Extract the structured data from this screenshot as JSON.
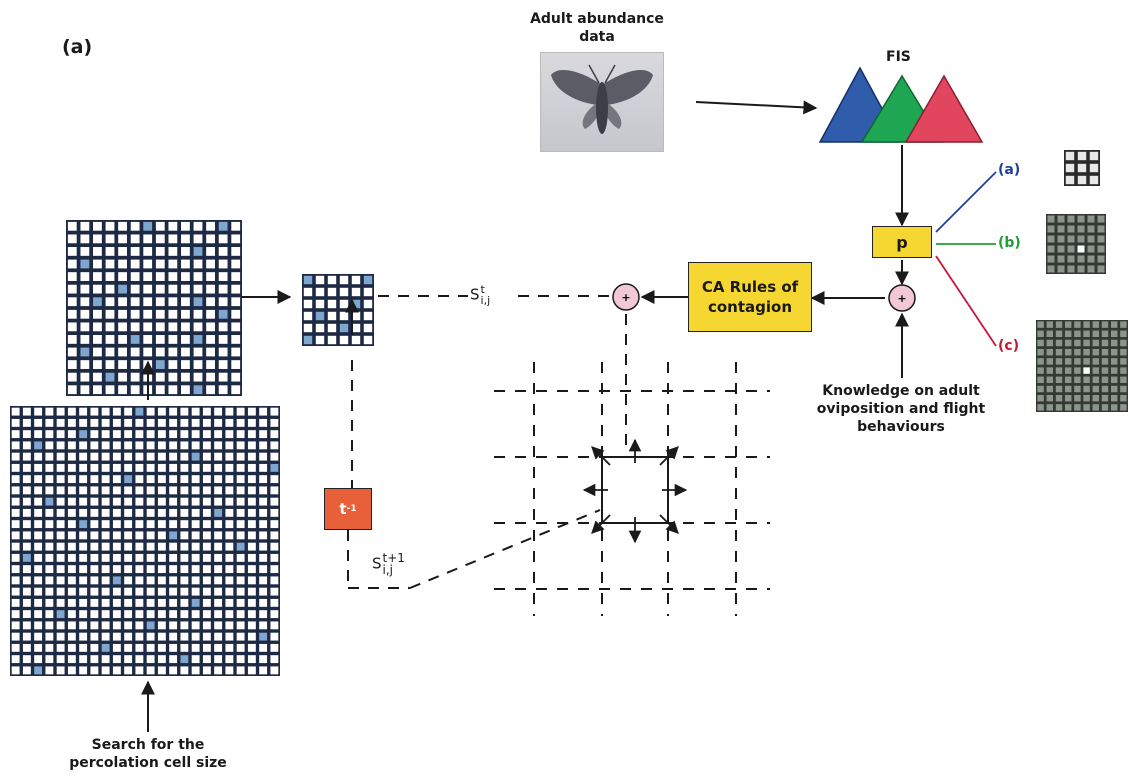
{
  "panel_label": "(a)",
  "adult_abundance_label": [
    "Adult abundance",
    "data"
  ],
  "fis_label": "FIS",
  "p_label": "p",
  "ca_rules_label": [
    "CA Rules of",
    "contagion"
  ],
  "plus_symbol": "+",
  "state_t": {
    "base": "S",
    "sup": "t",
    "sub": "i,j"
  },
  "state_t1": {
    "base": "S",
    "sup": "t+1",
    "sub": "i,j"
  },
  "t_delay_label": "t",
  "t_delay_sup": "-1",
  "knowledge_label": [
    "Knowledge on adult",
    "oviposition and flight",
    "behaviours"
  ],
  "search_label": [
    "Search for the",
    "percolation cell size"
  ],
  "options": [
    {
      "label": "(a)",
      "color": "#1f3f9e"
    },
    {
      "label": "(b)",
      "color": "#1f9e3a"
    },
    {
      "label": "(c)",
      "color": "#c2183a"
    }
  ],
  "colors": {
    "cell_blue": "#7ea6cf",
    "grid_dark": "#1e2a44",
    "yellow_box": "#f6d630",
    "orange_box": "#e8603a",
    "plus_fill": "#f3c8d6",
    "tri_blue": "#2f5cab",
    "tri_green": "#1fa653",
    "tri_red": "#e2465f"
  }
}
